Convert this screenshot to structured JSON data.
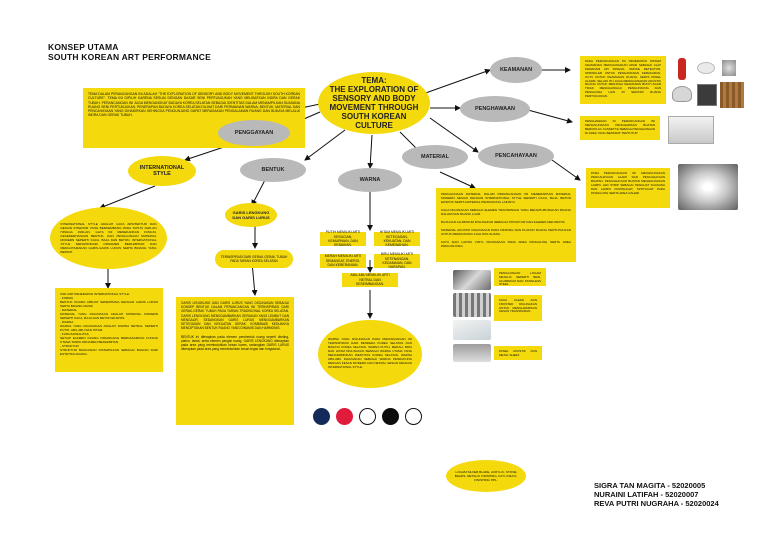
{
  "header": {
    "line1": "KONSEP UTAMA",
    "line2": "SOUTH KOREAN ART PERFORMANCE"
  },
  "center": {
    "text": "TEMA:\nTHE EXPLORATION OF SENSORY AND BODY MOVEMENT THROUGH SOUTH KOREAN CULTURE"
  },
  "nodes": {
    "keamanan": "KEAMANAN",
    "penghawaan": "PENGHAWAAN",
    "pencahayaan": "PENCAHAYAAN",
    "material": "MATERIAL",
    "warna": "WARNA",
    "bentuk": "BENTUK",
    "penggayaan": "PENGGAYAAN",
    "international": "INTERNATIONAL STYLE",
    "garis": "GARIS LENGKUNG DAN GARIS LURUS"
  },
  "texts": {
    "intro": "TEMA DALAM PERANCANGAN INI ADALAH \"THE EXPLORATION OF SENSORY AND BODY MOVEMENT THROUGH SOUTH KOREAN CULTURE\". TEMA INI DIPILIH KARENA SESUAI DENGAN DASAR SENI PERTUNJUKAN YANG MELIBATKAN INDRA DAN GERAK TUBUH. PERANCANGAN INI JUGA MENGANGKAT BUDAYA KOREA SELATAN SEBAGAI IDENTITAS DALAM MENAMPILKAN SUASANA RUANG SENI PERTUNJUKAN. PENERAPAN BUDAYA KOREA SELATAN DILIHAT DARI PERMAINAN WARNA, BENTUK, MATERIAL DAN PENCAHAYAAN YANG DIHADIRKAN SEHINGGA PENGUNJUNG DAPAT MERASAKAN PENGALAMAN RUANG DAN BUDAYA MELALUI INDRA DAN GERAK TUBUH.",
    "keamanan": "PADA PERANCANGAN INI PENERAPAN SISTEM KEAMANAN MENGGUNAKAN APAR SEBAGAI ALAT PEMADAM API RINGAN, SMOKE DETECTOR, SPRINKLER UNTUK PENGAMANAN KEBAKARAN, CCTV UNTUK KEAMANAN RUANG, SERTA PANEL ALARM. SELAIN ITU JUGA MENGGUNAKAN AKUSTIK RUANG UNTUK MENJAGA KEAMANAN BUNYI AGAR TIDAK MENGGANGGU PENGUNJUNG DAN PENGGUNA LAIN DI SEKITAR RUANG PERTUNJUKAN.",
    "penghawaan": "PENGHAWAAN DI PERANCANGAN INI MENGGUNAKAN PENGHAWAAN BUATAN BERUPA AC CASSETTE SEBAGAI PENGHAWAAN DI AREA YANG BERSIFAT TERTUTUP.",
    "pencahayaan": "PADA PERANCANGAN INI MENGGUNAKAN PENCAHAYAAN ALAMI DAN PENCAHAYAAN BUATAN. PENCAHAYAAN BUATAN MENGGUNAKAN LAMPU LED STRIP SEBAGAI PENGUAT SUASANA DAN LAMPU DOWNLIGHT, SPOTLIGHT PADA PANGGUNG SERTA AREA GALERI.",
    "international": "INTERNATIONAL STYLE ADALAH GAYA ARSITEKTUR DAN DESAIN INTERIOR YANG BERKEMBANG PADA TAHUN 1920-AN HINGGA 1930-AN. GAYA INI MENEKANKAN FUNGSI, KESEDERHANAAN BENTUK, DAN PENGGUNAAN MATERIAL MODERN SEPERTI KACA, BAJA DAN BETON. INTERNATIONAL STYLE MENGHINDARI ORNAMEN BERLEBIHAN DAN MENGUTAMAKAN GARIS-GARIS LURUS SERTA BIDANG YANG BERSIH.",
    "international_list": "CIRI-CIRI PENERAPAN INTERNATIONAL STYLE:\n- FORMA\nBENTUK RUANG DIBUAT SEDERHANA DENGAN GARIS LURUS SERTA BIDANG MASIF.\n- MATERIAL\nMATERIAL YANG DIGUNAKAN ADALAH MATERIAL MODERN SEPERTI KACA, BAJA DAN BETON EKSPOS.\n- WARNA\nWARNA YANG DIGUNAKAN ADALAH WARNA NETRAL SEPERTI PUTIH, ABU-ABU DAN HITAM.\n- FUNGSIONALITAS\nSETIAP ELEMEN RUANG DIRANCANG BERDASARKAN FUNGSI UTAMA TANPA ORNAMEN BERLEBIHAN.\n- STRUKTUR\nSTRUKTUR BANGUNAN DITAMPILKAN SEBAGAI BAGIAN DARI ESTETIKA RUANG.",
    "bentuk_pill": "TERINSPIRASI DARI GERAK-GERAK TUBUH PADA TARIAN KOREA SELATAN",
    "bentuk": "GARIS LENGKUNG DAN GARIS LURUS YANG DIGUNAKAN SEBAGAI KONSEP BENTUK DALAM PERANCANGAN INI TERINSPIRASI DARI GERAK-GERAK TUBUH PADA TARIAN TRADISIONAL KOREA SELATAN. GARIS LENGKUNG MENGGAMBARKAN GERAKAN YANG LEMBUT DAN MENGALIR, SEDANGKAN GARIS LURUS MENGGAMBARKAN KETEGASAN DAN KEKUATAN GERAK. KOMBINASI KEDUANYA MENCIPTAKAN BENTUK RUANG YANG DINAMIS DAN HARMONIS.\n\nBENTUK ini diterapkan pada elemen pembentuk ruang seperti dinding, plafon, lantai, serta elemen pengisi ruang. GARIS LENGKUNG diterapkan pada area yang membutuhkan kesan luwes, sedangkan GARIS LURUS diterapkan pada area yang membutuhkan kesan tegas dan fungsional.",
    "warna_1": "PUTIH MEMILIKI ARTI KESUCIAN, KEMURNIAN, DAN KEBAIKAN.",
    "warna_2": "HITAM MEMILIKI ARTI KETEGASAN, KEKUATAN, DAN KEMEWAHAN.",
    "warna_3": "MERAH MEMILIKI ARTI SEMANGAT, ENERGI, DAN KEBERANIAN.",
    "warna_4": "BIRU MEMILIKI ARTI KETENANGAN, KEDAMAIAN, DAN HARAPAN.",
    "warna_5": "ABU-ABU MEMILIKI ARTI NETRAL DAN KESEIMBANGAN.",
    "warna_circle": "WARNA YANG DIGUNAKAN PADA PERANCANGAN INI TERINSPIRASI DARI BENDERA KOREA SELATAN DAN BUDAYA KOREA SELATAN. WARNA PUTIH, MERAH, BIRU DAN HITAM DIGUNAKAN SEBAGAI WARNA UTAMA YANG MENCERMINKAN IDENTITAS KOREA SELATAN. WARNA ABU-ABU DIGUNAKAN SEBAGAI WARNA PENDUKUNG DENGAN KESAN MODERN DAN NETRAL SESUAI DENGAN INTERNATIONAL STYLE.",
    "material": "PENGGUNAAN MATERIAL DALAM PERANCANGAN INI MENERAPKAN MATERIAL MODERN SESUAI DENGAN INTERNATIONAL STYLE SEPERTI KACA, BAJA, BETON EKSPOS SERTA MATERIAL PENDUKUNG LAINNYA.\n\nKACA DIGUNAKAN SEBAGAI ELEMEN TRANSPARAN YANG MENGHUBUNGKAN RUANG DALAM DAN RUANG LUAR.\n\nBAJA DAN ALUMINIUM DIGUNAKAN SEBAGAI STRUKTUR DAN ELEMEN DEKORATIF.\n\nMATERIAL AKUSTIK DIGUNAKAN PADA DINDING DAN PLAFON RUANG PERTUNJUKAN UNTUK MENDUKUNG KUALITAS SUARA.\n\nKAYU DAN LANTAI VINYL DIGUNAKAN PADA AREA PANGGUNG SERTA AREA PENGUNJUNG.",
    "material_photo1": "PENGGUNAAN LOGAM METALIC SEPERTI BESI, ALUMINIUM DAN STAINLESS STEEL.",
    "material_photo2": "KACA CLEAR DAN FROSTED DIGUNAKAN UNTUK MENGHADIRKAN KESAN TRANSPARAN.",
    "material_photo3": "PANEL AKUSTIK DAN METAL SHEET.",
    "bottom_pill": "LOGAM SILVER BLADE, ACRYLIC, STONE BEADS, METALIC FINISHING, KAYU DECO, FINISHING HPL."
  },
  "colors": {
    "swatches": [
      "#142a5a",
      "#e01b3c",
      "#ffffff",
      "#0d0d0d",
      "#ffffff"
    ],
    "accent": "#f4d90d",
    "node_gray": "#b9b9b9"
  },
  "credits": {
    "line1": "SIGRA TAN MAGITA - 52020005",
    "line2": "NURAINI LATIFAH - 52020007",
    "line3": "REVA PUTRI NUGRAHA - 52020024"
  }
}
